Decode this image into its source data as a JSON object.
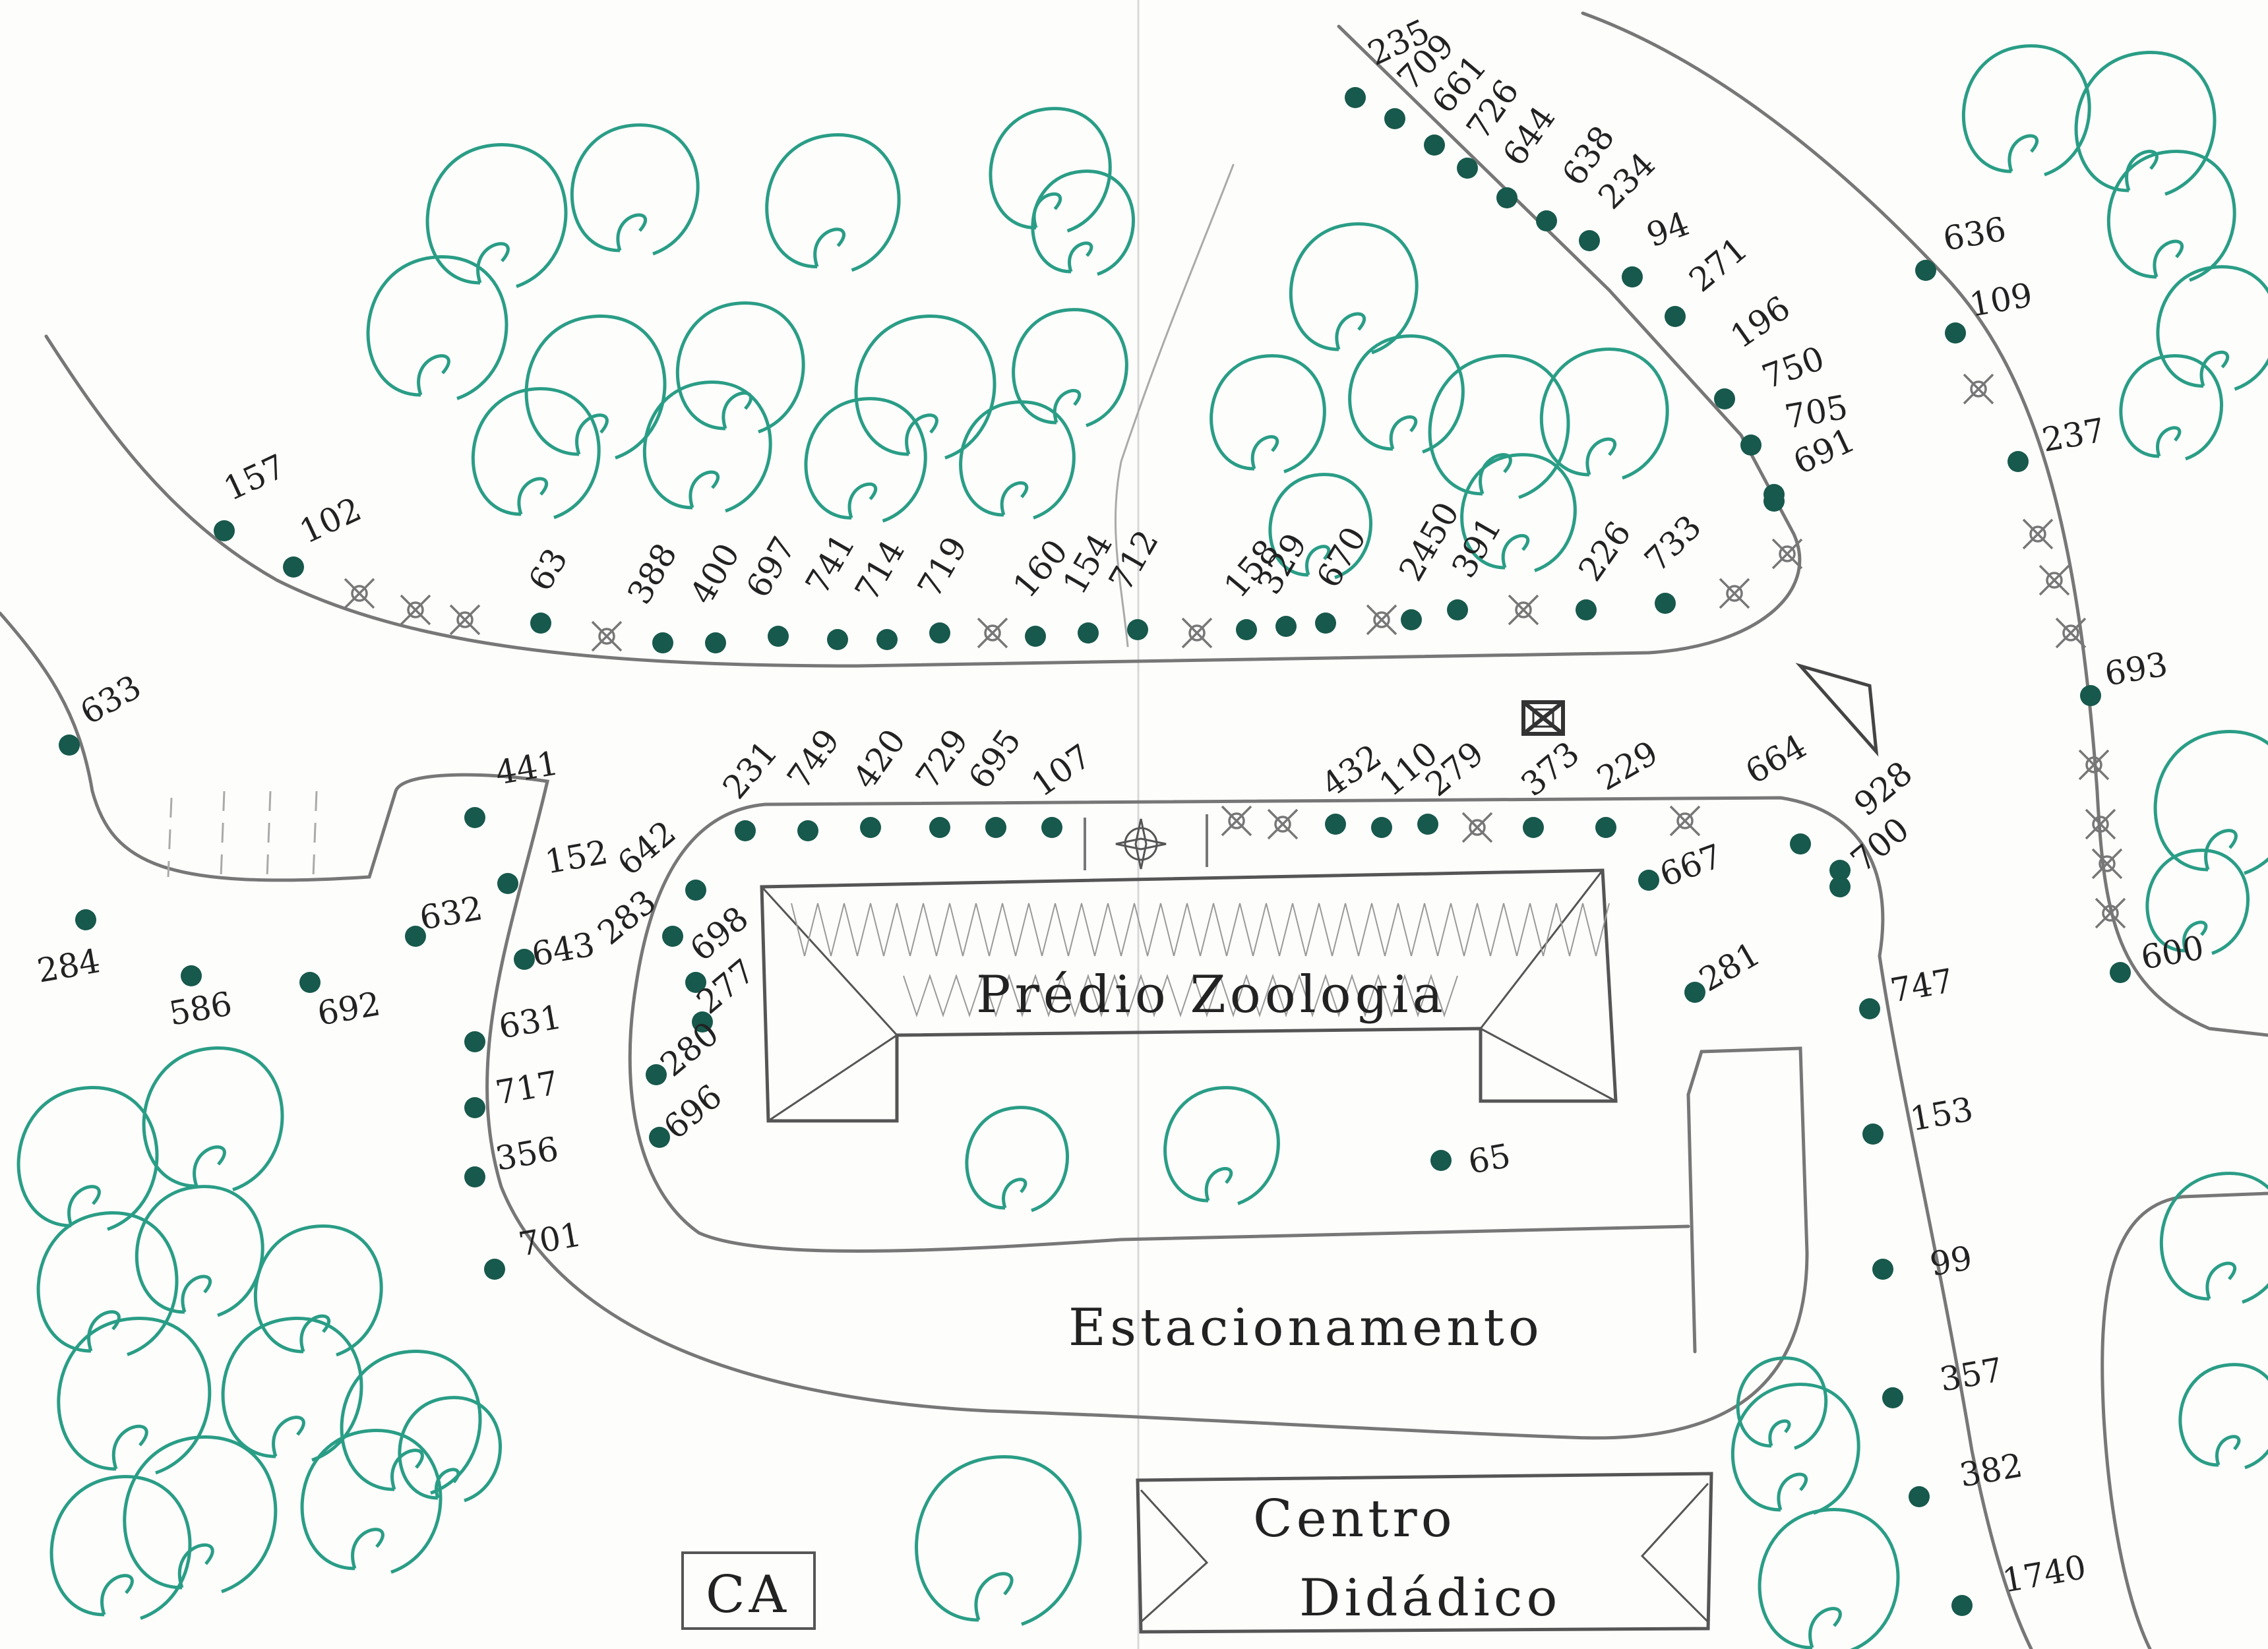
{
  "labels": {
    "building_main": "Prédio Zoologia",
    "parking": "Estacionamento",
    "building_center_line1": "Centro",
    "building_center_line2": "Didádico",
    "ca": "CA"
  },
  "colors": {
    "tree_canopy": "#2a9d86",
    "tree_marker": "#17594c",
    "road": "#777777"
  },
  "icons": [
    "tree-canopy-icon",
    "tree-dot-icon",
    "removed-tree-x-icon",
    "compass-rose-icon",
    "boxed-x-icon",
    "triangle-icon"
  ],
  "trees": [
    {
      "id": "157"
    },
    {
      "id": "102"
    },
    {
      "id": "63"
    },
    {
      "id": "388"
    },
    {
      "id": "400"
    },
    {
      "id": "697"
    },
    {
      "id": "741"
    },
    {
      "id": "714"
    },
    {
      "id": "719"
    },
    {
      "id": "160"
    },
    {
      "id": "154"
    },
    {
      "id": "712"
    },
    {
      "id": "158"
    },
    {
      "id": "329"
    },
    {
      "id": "670"
    },
    {
      "id": "2450"
    },
    {
      "id": "391"
    },
    {
      "id": "226"
    },
    {
      "id": "733"
    },
    {
      "id": "235"
    },
    {
      "id": "709"
    },
    {
      "id": "661"
    },
    {
      "id": "726"
    },
    {
      "id": "644"
    },
    {
      "id": "638"
    },
    {
      "id": "234"
    },
    {
      "id": "94"
    },
    {
      "id": "271"
    },
    {
      "id": "196"
    },
    {
      "id": "750"
    },
    {
      "id": "705"
    },
    {
      "id": "691"
    },
    {
      "id": "636"
    },
    {
      "id": "109"
    },
    {
      "id": "237"
    },
    {
      "id": "693"
    },
    {
      "id": "600"
    },
    {
      "id": "633"
    },
    {
      "id": "441"
    },
    {
      "id": "152"
    },
    {
      "id": "632"
    },
    {
      "id": "643"
    },
    {
      "id": "631"
    },
    {
      "id": "717"
    },
    {
      "id": "356"
    },
    {
      "id": "701"
    },
    {
      "id": "284"
    },
    {
      "id": "586"
    },
    {
      "id": "692"
    },
    {
      "id": "231"
    },
    {
      "id": "749"
    },
    {
      "id": "420"
    },
    {
      "id": "729"
    },
    {
      "id": "695"
    },
    {
      "id": "107"
    },
    {
      "id": "432"
    },
    {
      "id": "110"
    },
    {
      "id": "279"
    },
    {
      "id": "373"
    },
    {
      "id": "229"
    },
    {
      "id": "664"
    },
    {
      "id": "642"
    },
    {
      "id": "283"
    },
    {
      "id": "698"
    },
    {
      "id": "277"
    },
    {
      "id": "280"
    },
    {
      "id": "696"
    },
    {
      "id": "928"
    },
    {
      "id": "700"
    },
    {
      "id": "667"
    },
    {
      "id": "281"
    },
    {
      "id": "65"
    },
    {
      "id": "747"
    },
    {
      "id": "153"
    },
    {
      "id": "99"
    },
    {
      "id": "357"
    },
    {
      "id": "382"
    },
    {
      "id": "1740"
    }
  ]
}
